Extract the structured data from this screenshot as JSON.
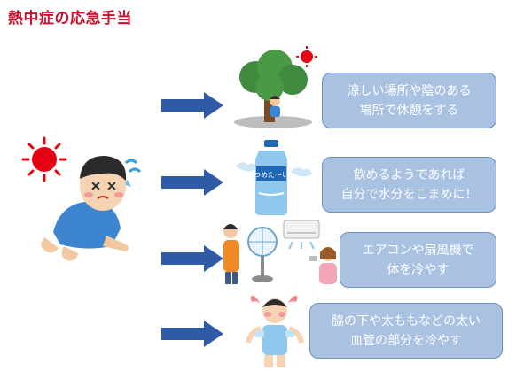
{
  "title": "熱中症の応急手当",
  "steps": [
    {
      "line1": "涼しい場所や陰のある",
      "line2": "場所で休憩をする",
      "icon": "tree-shade-icon"
    },
    {
      "line1": "飲めるようであれば",
      "line2": "自分で水分をこまめに！",
      "icon": "water-bottle-icon",
      "bottle_label": "つめた〜い"
    },
    {
      "line1": "エアコンや扇風機で",
      "line2": "体を冷やす",
      "icon": "fan-aircon-icon"
    },
    {
      "line1": "脇の下や太ももなどの太い",
      "line2": "血管の部分を冷やす",
      "icon": "cooling-body-icon"
    }
  ],
  "colors": {
    "title": "#c8102e",
    "arrow": "#2e5aa6",
    "box_fill": "#a9c2e2",
    "box_border": "#6f8fbd",
    "box_text": "#ffffff"
  }
}
